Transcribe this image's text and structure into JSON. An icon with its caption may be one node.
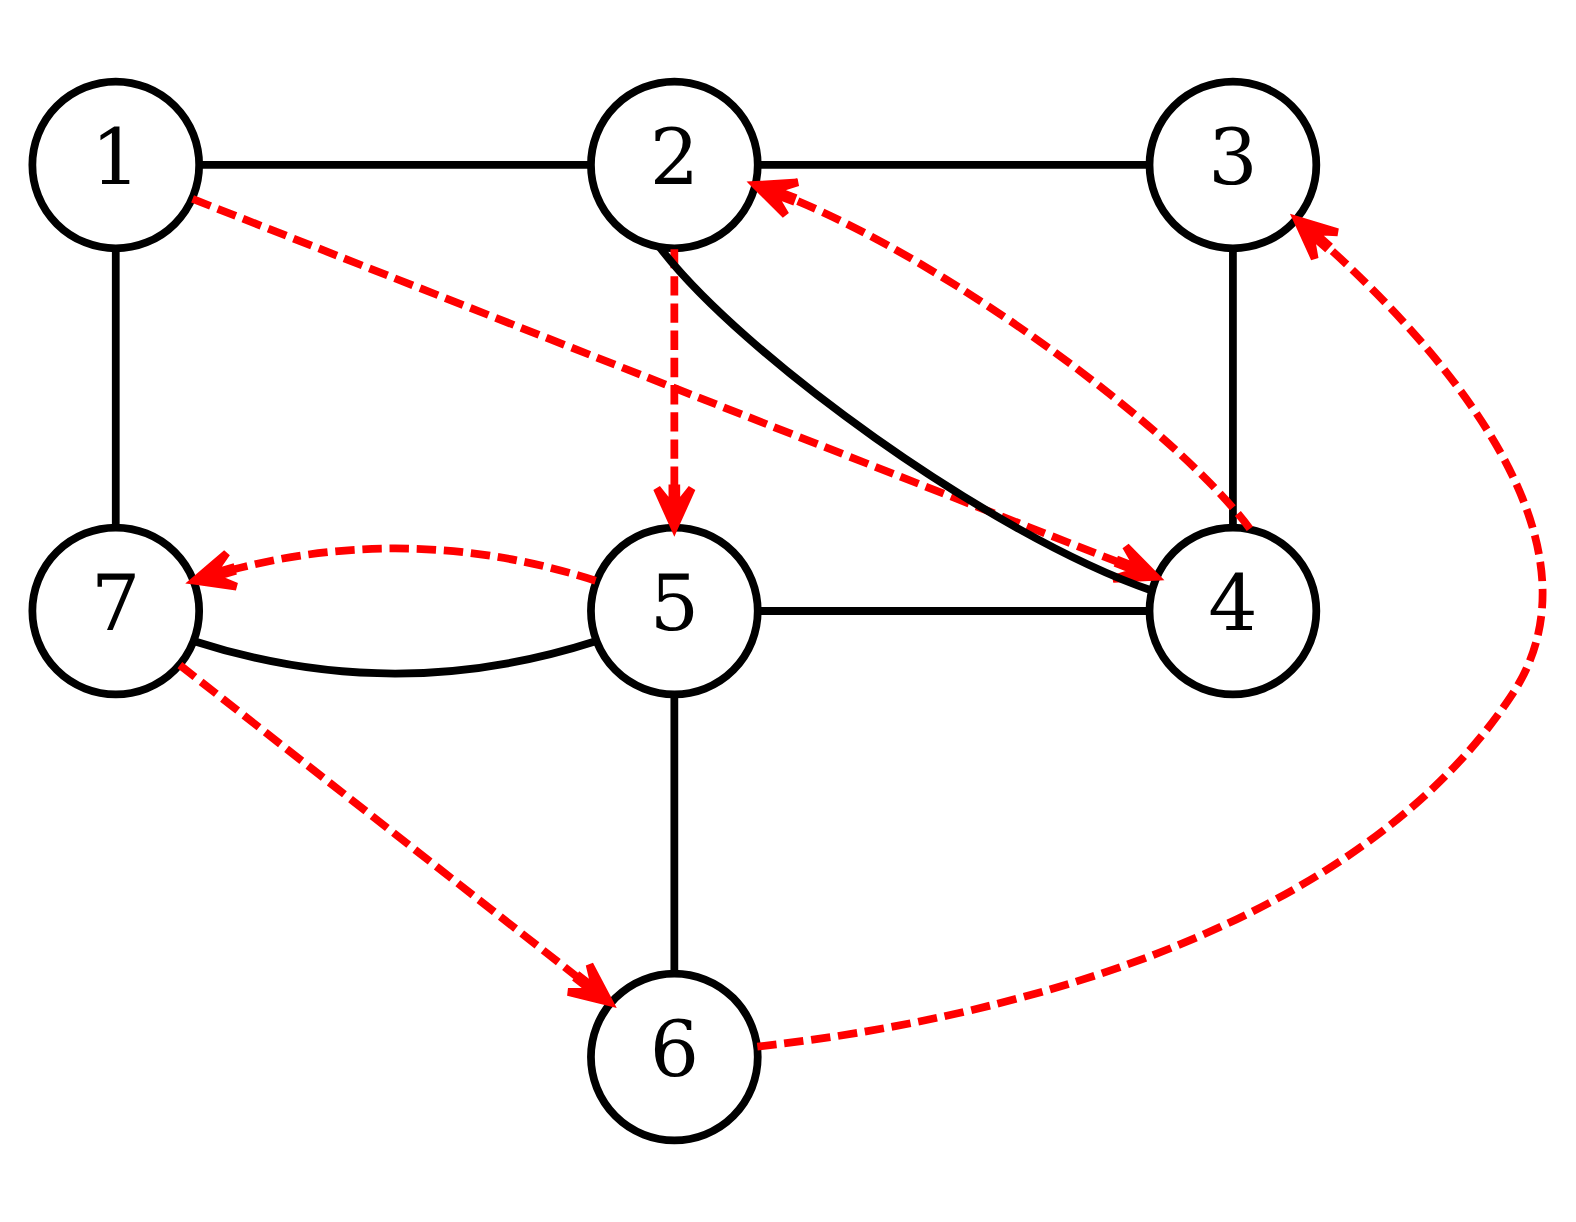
{
  "diagram": {
    "nodes": [
      {
        "text": [
          "1"
        ]
      },
      {
        "text": [
          "2"
        ]
      },
      {
        "text": [
          "3"
        ]
      },
      {
        "text": [
          "4"
        ]
      },
      {
        "text": [
          "5"
        ]
      },
      {
        "text": [
          "6"
        ]
      },
      {
        "text": [
          "7"
        ]
      }
    ],
    "edges": [
      {
        "from": 0,
        "to": 1,
        "arrow": "none"
      },
      {
        "from": 1,
        "to": 2,
        "arrow": "none"
      },
      {
        "from": 1,
        "to": 3,
        "arrow": "none"
      },
      {
        "from": 2,
        "to": 3,
        "arrow": "none"
      },
      {
        "from": 0,
        "to": 6,
        "arrow": "none"
      },
      {
        "from": 6,
        "to": 4,
        "arrow": "none"
      },
      {
        "from": 4,
        "to": 3,
        "arrow": "none"
      },
      {
        "from": 4,
        "to": 5,
        "arrow": "none"
      },
      {
        "from": 0,
        "to": 3,
        "arrow": "to",
        "style": "dashed",
        "color": "#ff0000"
      },
      {
        "from": 3,
        "to": 1,
        "arrow": "to",
        "style": "dashed",
        "color": "#ff0000"
      },
      {
        "from": 1,
        "to": 4,
        "arrow": "to",
        "style": "dashed",
        "color": "#ff0000"
      },
      {
        "from": 4,
        "to": 6,
        "arrow": "to",
        "style": "dashed",
        "color": "#ff0000"
      },
      {
        "from": 6,
        "to": 5,
        "arrow": "to",
        "style": "dashed",
        "color": "#ff0000"
      },
      {
        "from": 5,
        "to": 2,
        "arrow": "to",
        "style": "dashed",
        "color": "#ff0000"
      }
    ]
  }
}
